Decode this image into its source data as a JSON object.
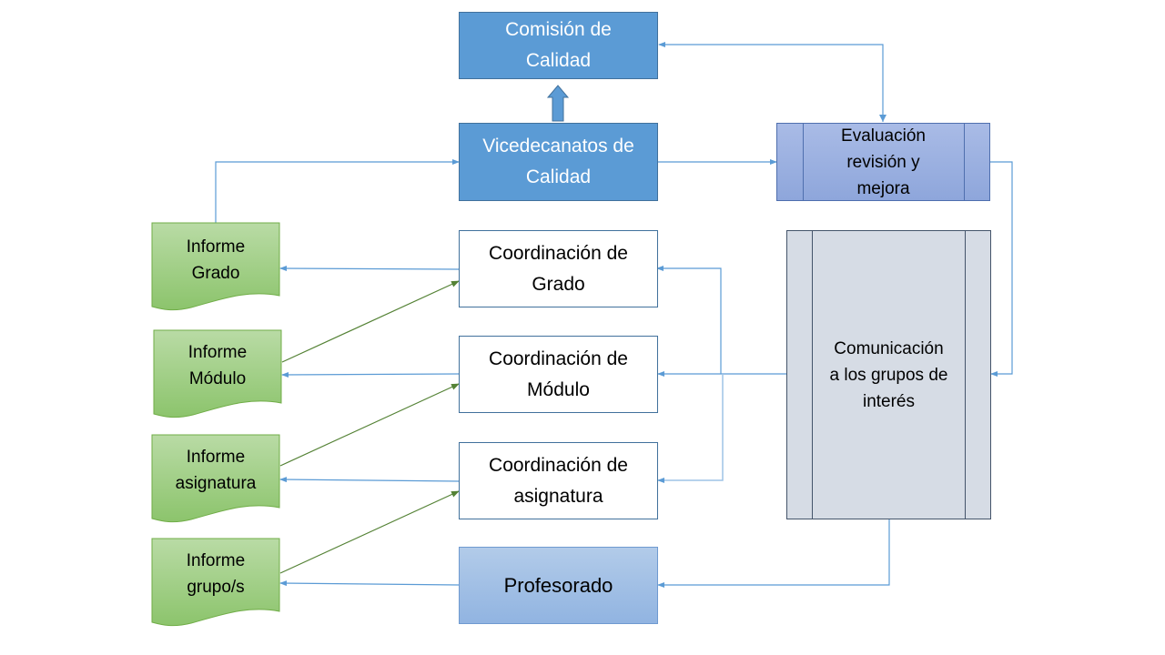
{
  "nodes": {
    "comision": "Comisión de\nCalidad",
    "vicedecanatos": "Vicedecanatos de\nCalidad",
    "evaluacion": "Evaluación\nrevisión y\nmejora",
    "comunicacion": "Comunicación\na los grupos de\ninterés",
    "coord_grado": "Coordinación de\nGrado",
    "coord_modulo": "Coordinación de\nMódulo",
    "coord_asignatura": "Coordinación de\nasignatura",
    "profesorado": "Profesorado"
  },
  "documents": [
    {
      "id": "informe-grado",
      "label": "Informe\nGrado"
    },
    {
      "id": "informe-modulo",
      "label": "Informe\nMódulo"
    },
    {
      "id": "informe-asignatura",
      "label": "Informe\nasignatura"
    },
    {
      "id": "informe-grupos",
      "label": "Informe\ngrupo/s"
    }
  ],
  "colors": {
    "primary_box": "#5b9bd5",
    "connector_blue": "#5b9bd5",
    "connector_green": "#548235",
    "document_green": "#a9d18e",
    "document_border": "#70ad47"
  }
}
